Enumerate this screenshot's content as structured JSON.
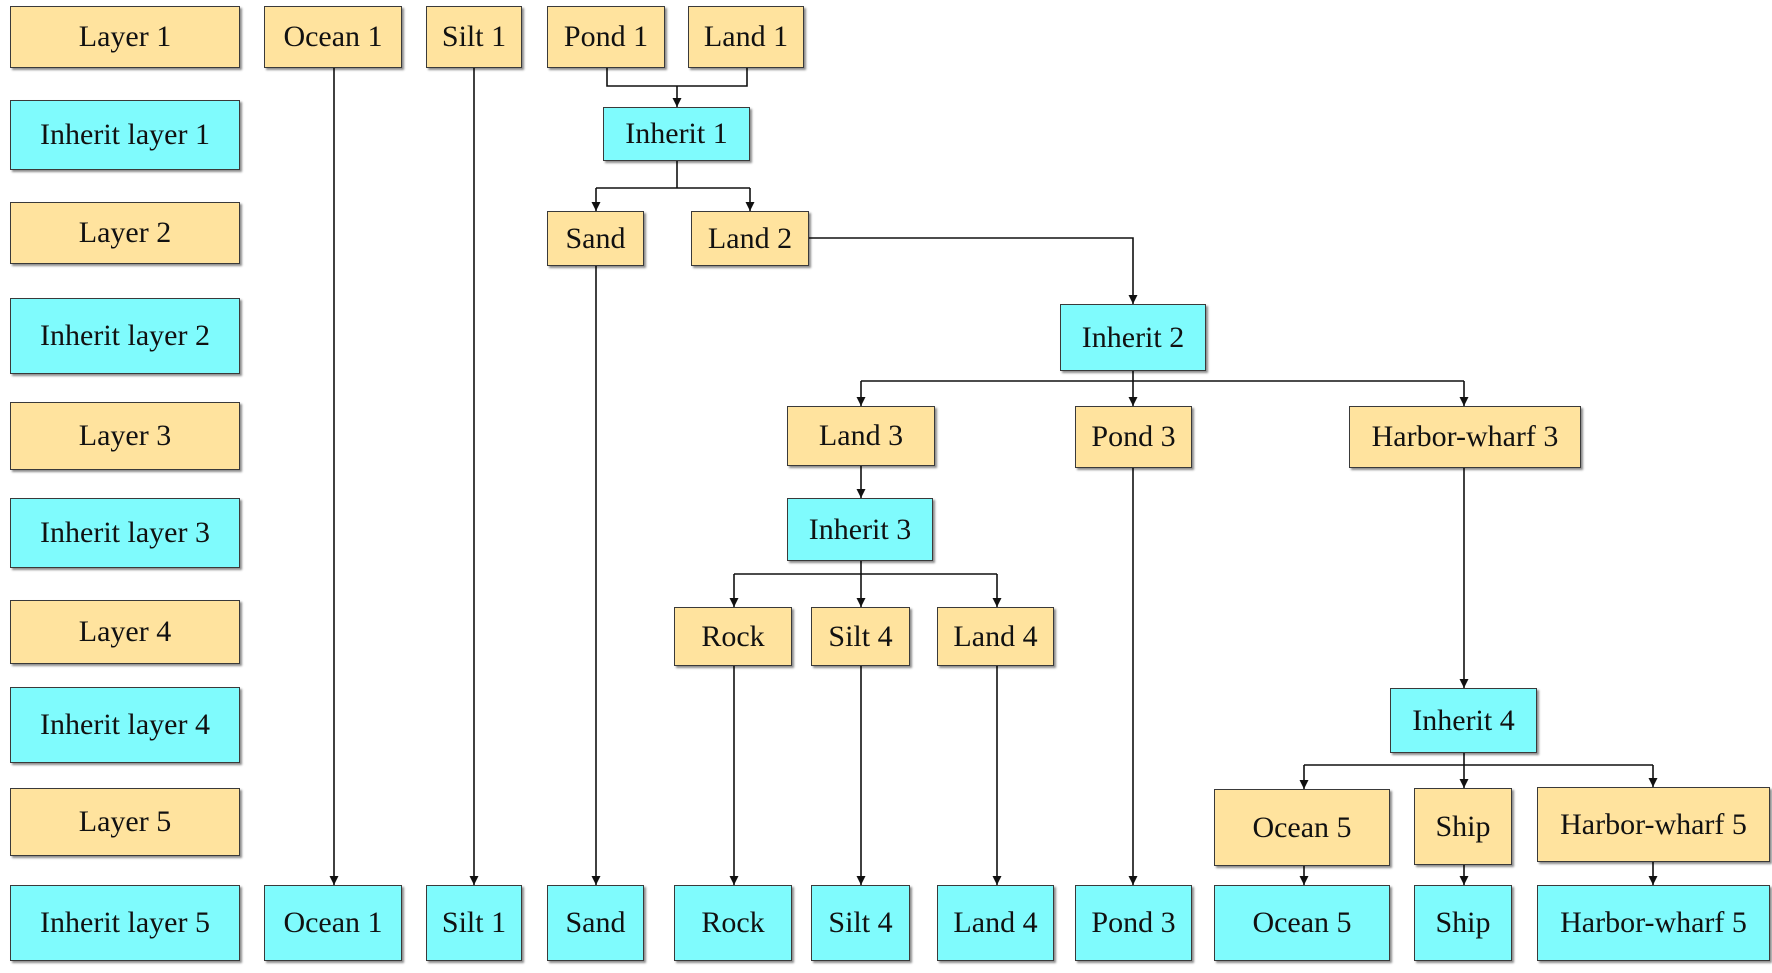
{
  "row_labels": [
    "Layer 1",
    "Inherit layer 1",
    "Layer 2",
    "Inherit layer 2",
    "Layer 3",
    "Inherit layer 3",
    "Layer 4",
    "Inherit layer 4",
    "Layer 5",
    "Inherit layer 5"
  ],
  "nodes": {
    "ocean1": "Ocean 1",
    "silt1": "Silt 1",
    "pond1": "Pond 1",
    "land1": "Land 1",
    "inherit1": "Inherit 1",
    "sand": "Sand",
    "land2": "Land 2",
    "inherit2": "Inherit 2",
    "land3": "Land 3",
    "pond3": "Pond 3",
    "harbor3": "Harbor-wharf 3",
    "inherit3": "Inherit 3",
    "rock": "Rock",
    "silt4": "Silt 4",
    "land4": "Land 4",
    "inherit4": "Inherit 4",
    "ocean5": "Ocean 5",
    "ship": "Ship",
    "harbor5": "Harbor-wharf 5",
    "out_ocean1": "Ocean 1",
    "out_silt1": "Silt 1",
    "out_sand": "Sand",
    "out_rock": "Rock",
    "out_silt4": "Silt 4",
    "out_land4": "Land 4",
    "out_pond3": "Pond 3",
    "out_ocean5": "Ocean 5",
    "out_ship": "Ship",
    "out_harbor5": "Harbor-wharf 5"
  },
  "colors": {
    "layer_fill": "#ffe39e",
    "inherit_fill": "#7ffbfd",
    "line": "#111111"
  }
}
